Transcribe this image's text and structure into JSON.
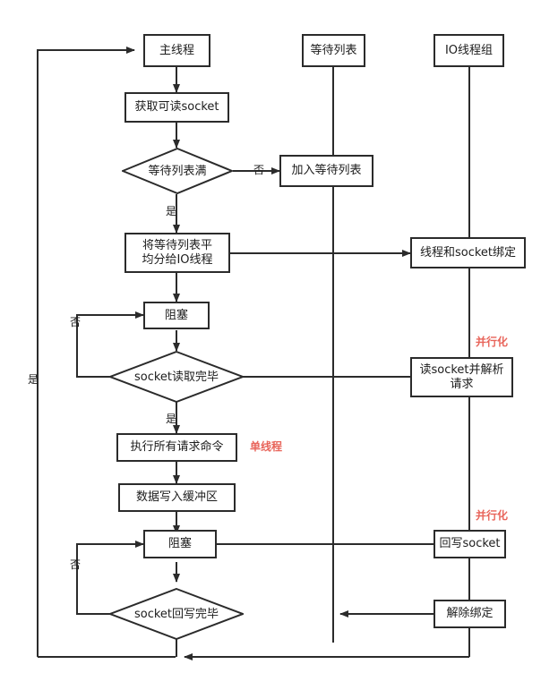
{
  "diagram": {
    "title_nodes": {
      "main_thread": "主线程",
      "waiting_list": "等待列表",
      "io_thread_group": "IO线程组"
    },
    "nodes": {
      "get_socket": "获取可读socket",
      "join_waiting_list": "加入等待列表",
      "distribute": "将等待列表平\n均分给IO线程",
      "bind": "线程和socket绑定",
      "block1": "阻塞",
      "read_parse": "读socket并解析\n请求",
      "exec_commands": "执行所有请求命令",
      "write_buffer": "数据写入缓冲区",
      "block2": "阻塞",
      "write_socket": "回写socket",
      "unbind": "解除绑定"
    },
    "decisions": {
      "waiting_list_full": "等待列表满",
      "socket_read_done": "socket读取完毕",
      "socket_write_done": "socket回写完毕"
    },
    "edge_labels": {
      "full_no": "否",
      "full_yes": "是",
      "read_no": "否",
      "read_yes": "是",
      "write_no": "否",
      "write_yes": "是"
    },
    "annotations": {
      "parallel_read": "并行化",
      "single_thread": "单线程",
      "parallel_write": "并行化"
    },
    "colors": {
      "stroke": "#2b2b2b",
      "text": "#1c1c1c",
      "annotation": "#e8645a",
      "background": "#ffffff"
    }
  }
}
